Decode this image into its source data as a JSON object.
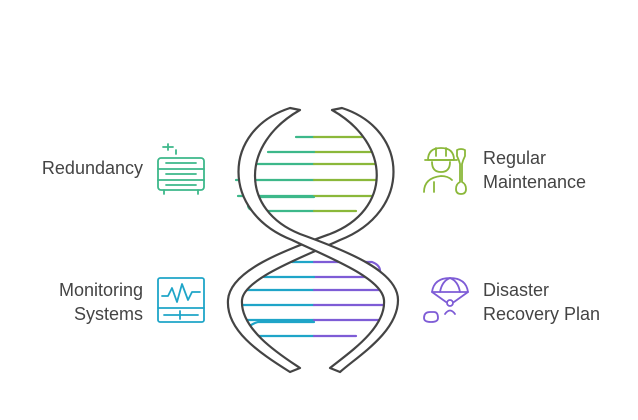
{
  "items": [
    {
      "id": "redundancy",
      "lines": [
        "Redundancy"
      ],
      "icon": "server-icon",
      "color": "#3DB88A"
    },
    {
      "id": "regular-maintenance",
      "lines": [
        "Regular",
        "Maintenance"
      ],
      "icon": "worker-wrench-icon",
      "color": "#8BB83A"
    },
    {
      "id": "monitoring-systems",
      "lines": [
        "Monitoring",
        "Systems"
      ],
      "icon": "monitor-pulse-icon",
      "color": "#1FA5C8"
    },
    {
      "id": "disaster-recovery-plan",
      "lines": [
        "Disaster",
        "Recovery Plan"
      ],
      "icon": "parachute-icon",
      "color": "#7E5CD6"
    }
  ],
  "colors": {
    "helix_stroke": "#444444",
    "rung_green": "#3DB88A",
    "rung_lime": "#8BB83A",
    "rung_blue": "#1FA5C8",
    "rung_purple": "#7E5CD6",
    "text": "#444444"
  }
}
